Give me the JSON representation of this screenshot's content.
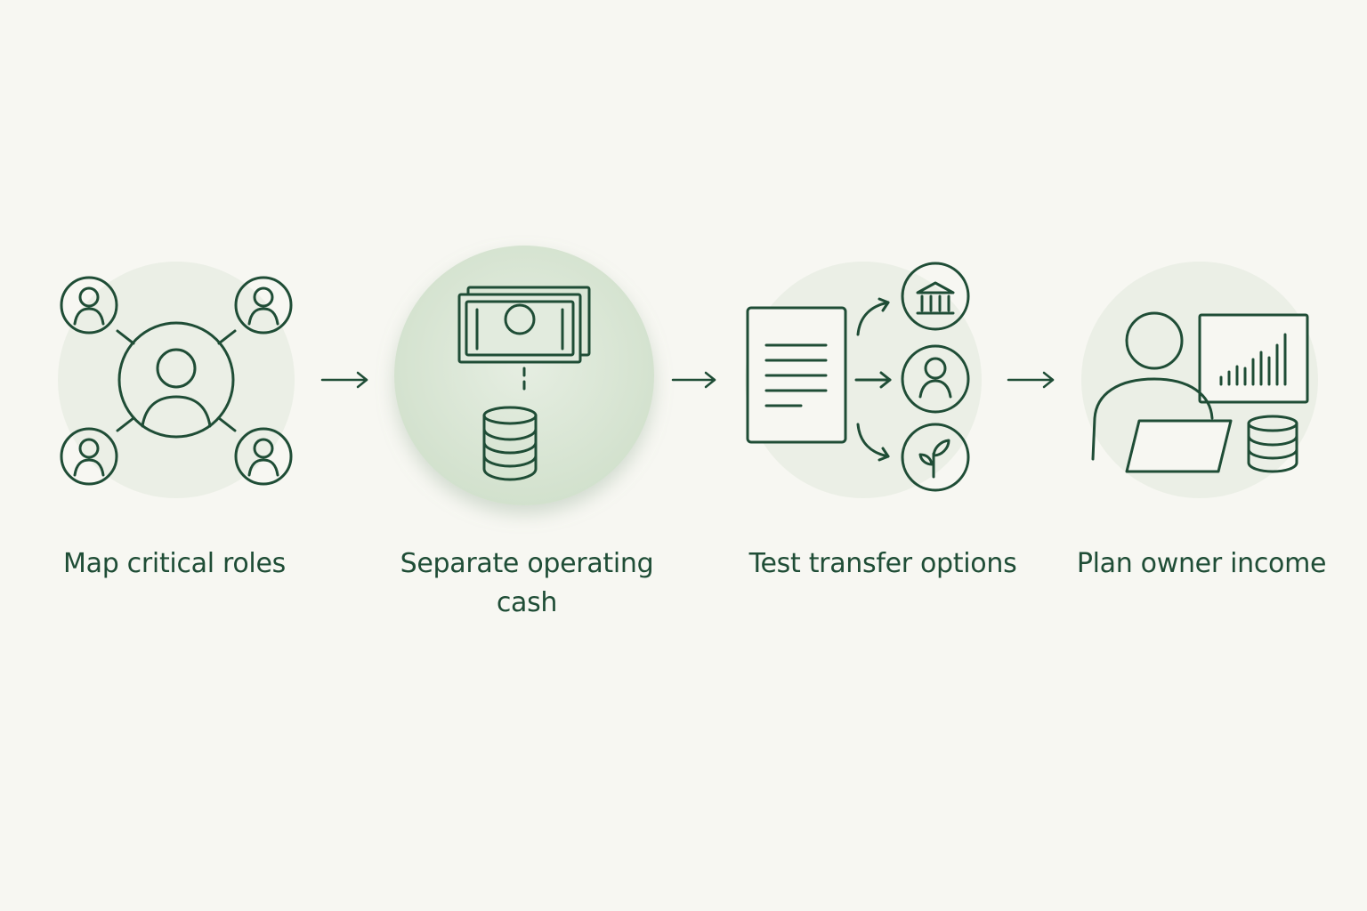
{
  "colors": {
    "background": "#f7f7f2",
    "stroke": "#1f4d36",
    "disc": "#e9eee5",
    "disc_highlight": "#d6e3d1"
  },
  "steps": [
    {
      "label": "Map critical roles",
      "icon": "people-network-icon"
    },
    {
      "label": "Separate operating cash",
      "icon": "cash-and-coins-icon"
    },
    {
      "label": "Test transfer options",
      "icon": "document-branching-icon"
    },
    {
      "label": "Plan owner income",
      "icon": "person-laptop-chart-icon"
    }
  ],
  "connectors": [
    "arrow-right-icon",
    "arrow-right-icon",
    "arrow-right-icon"
  ]
}
